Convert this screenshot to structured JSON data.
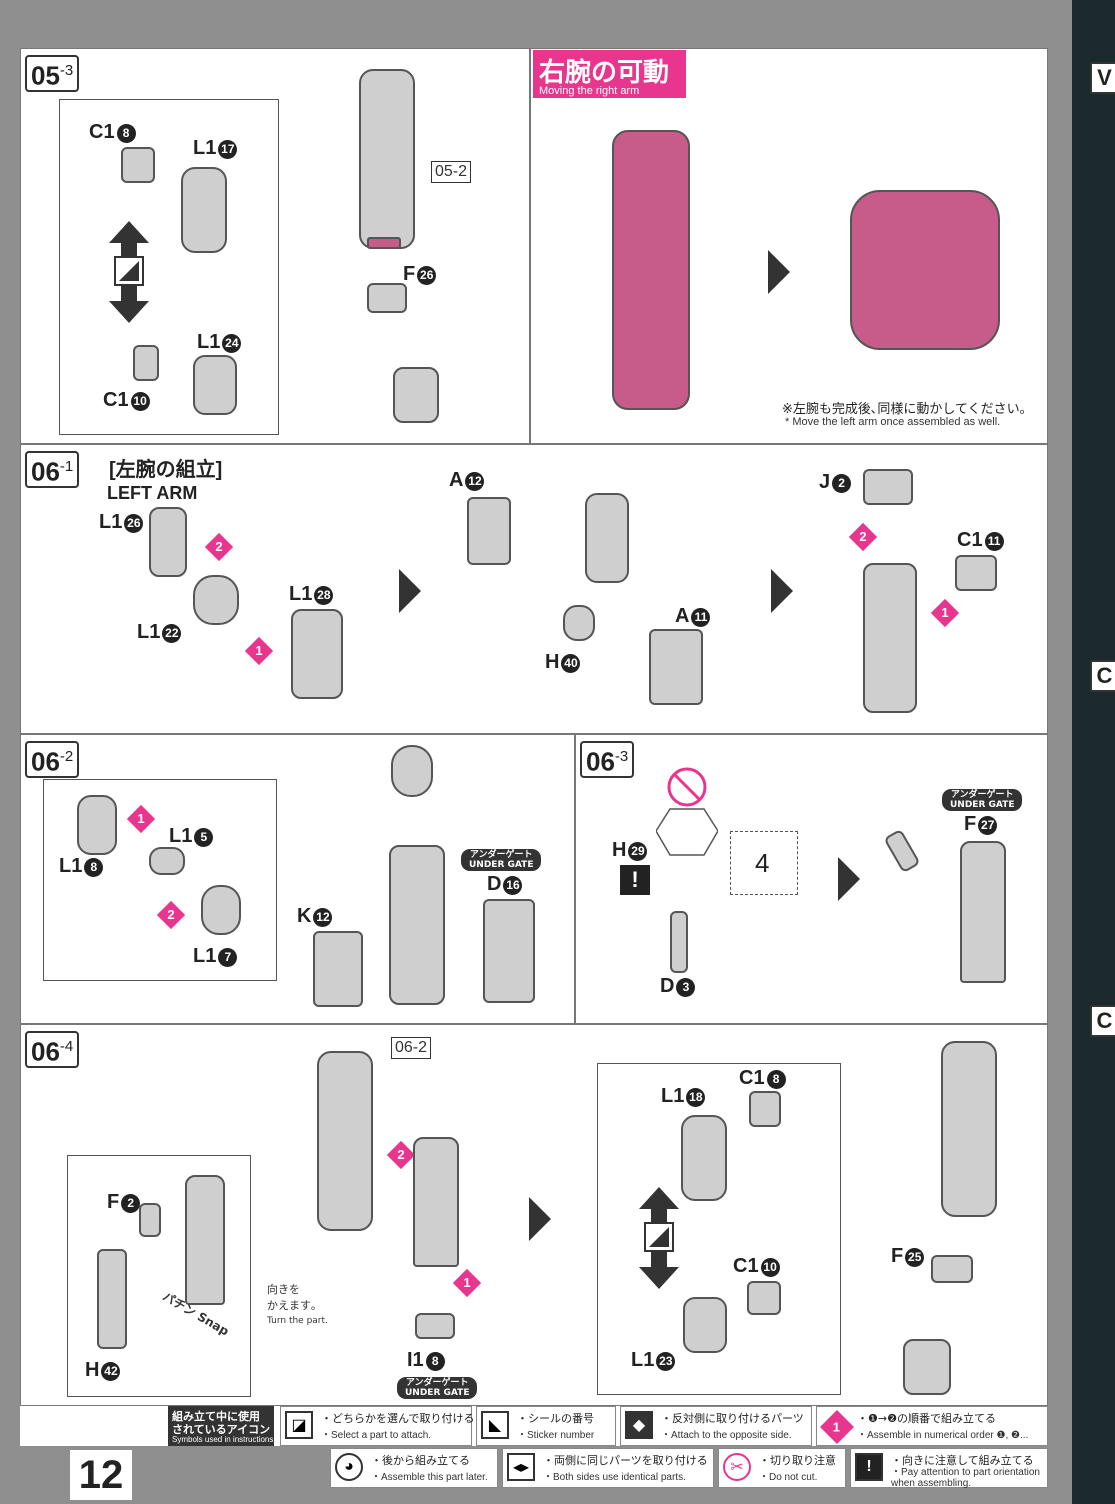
{
  "page_number": "12",
  "steps": {
    "s05_3": {
      "label": "05",
      "sub": "-3"
    },
    "s06_1": {
      "label": "06",
      "sub": "-1"
    },
    "s06_2": {
      "label": "06",
      "sub": "-2"
    },
    "s06_3": {
      "label": "06",
      "sub": "-3"
    },
    "s06_4": {
      "label": "06",
      "sub": "-4"
    }
  },
  "moving_header": {
    "jp": "右腕の可動",
    "en": "Moving the right arm"
  },
  "moving_note": {
    "jp": "※左腕も完成後､同様に動かしてください｡",
    "en": "* Move the left arm once assembled as well."
  },
  "section_06_1": {
    "title_jp": "[左腕の組立]",
    "title_en": "LEFT ARM"
  },
  "turn_note": {
    "jp1": "向きを",
    "jp2": "かえます｡",
    "en": "Turn the part."
  },
  "snap": {
    "jp": "パチン",
    "en": "Snap"
  },
  "under_gate": {
    "jp": "アンダーゲート",
    "en": "UNDER GATE"
  },
  "ref_tags": {
    "r05_2": "05-2",
    "r06_2": "06-2"
  },
  "parts": {
    "c1_8": "C1",
    "l1_17": "L1",
    "l1_24": "L1",
    "c1_10": "C1",
    "f_26": "F",
    "l1_26": "L1",
    "l1_22": "L1",
    "l1_28": "L1",
    "a_12": "A",
    "a_11": "A",
    "h_40": "H",
    "j_2": "J",
    "c1_11": "C1",
    "l1_8": "L1",
    "l1_5": "L1",
    "l1_7": "L1",
    "k_12": "K",
    "d_16": "D",
    "h_29": "H",
    "d_3": "D",
    "f_27": "F",
    "f_2": "F",
    "h_42": "H",
    "i1_8": "I1",
    "l1_18": "L1",
    "c1_8b": "C1",
    "c1_10b": "C1",
    "l1_23": "L1",
    "f_25": "F"
  },
  "legend": {
    "title_jp1": "組み立て中に使用",
    "title_jp2": "されているアイコン",
    "title_en": "Symbols used in instructions",
    "items": [
      {
        "jp": "・どちらかを選んで取り付ける",
        "en": "・Select a part to attach."
      },
      {
        "jp": "・シールの番号",
        "en": "・Sticker number"
      },
      {
        "jp": "・反対側に取り付けるパーツ",
        "en": "・Attach to the opposite side."
      },
      {
        "jp": "・❶→❷の順番で組み立てる",
        "en": "・Assemble in numerical order ❶, ❷..."
      },
      {
        "jp": "・後から組み立てる",
        "en": "・Assemble this part later."
      },
      {
        "jp": "・両側に同じパーツを取り付ける",
        "en": "・Both sides use identical parts."
      },
      {
        "jp": "・切り取り注意",
        "en": "・Do not cut."
      },
      {
        "jp": "・向きに注意して組み立てる",
        "en": "・Pay attention to part orientation when assembling."
      }
    ]
  }
}
